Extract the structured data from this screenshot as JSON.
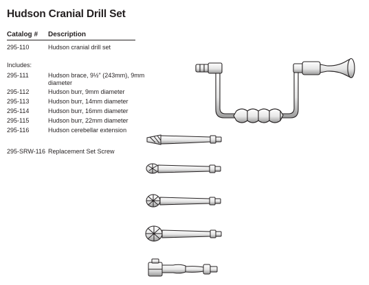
{
  "title": "Hudson Cranial Drill Set",
  "columns": {
    "catalog": "Catalog #",
    "description": "Description"
  },
  "set": {
    "catalog": "295-110",
    "description": "Hudson cranial drill set"
  },
  "includes_label": "Includes:",
  "items": [
    {
      "catalog": "295-111",
      "description": "Hudson brace, 9½\" (243mm), 9mm diameter"
    },
    {
      "catalog": "295-112",
      "description": "Hudson burr, 9mm diameter"
    },
    {
      "catalog": "295-113",
      "description": "Hudson burr, 14mm diameter"
    },
    {
      "catalog": "295-114",
      "description": "Hudson burr, 16mm diameter"
    },
    {
      "catalog": "295-115",
      "description": "Hudson burr, 22mm diameter"
    },
    {
      "catalog": "295-116",
      "description": "Hudson cerebellar extension"
    }
  ],
  "screw": {
    "catalog": "295-SRW-116",
    "description": "Replacement Set Screw"
  },
  "illustrations": [
    "hudson-brace",
    "burr-9mm",
    "burr-14mm",
    "burr-16mm",
    "burr-22mm",
    "cerebellar-extension"
  ]
}
